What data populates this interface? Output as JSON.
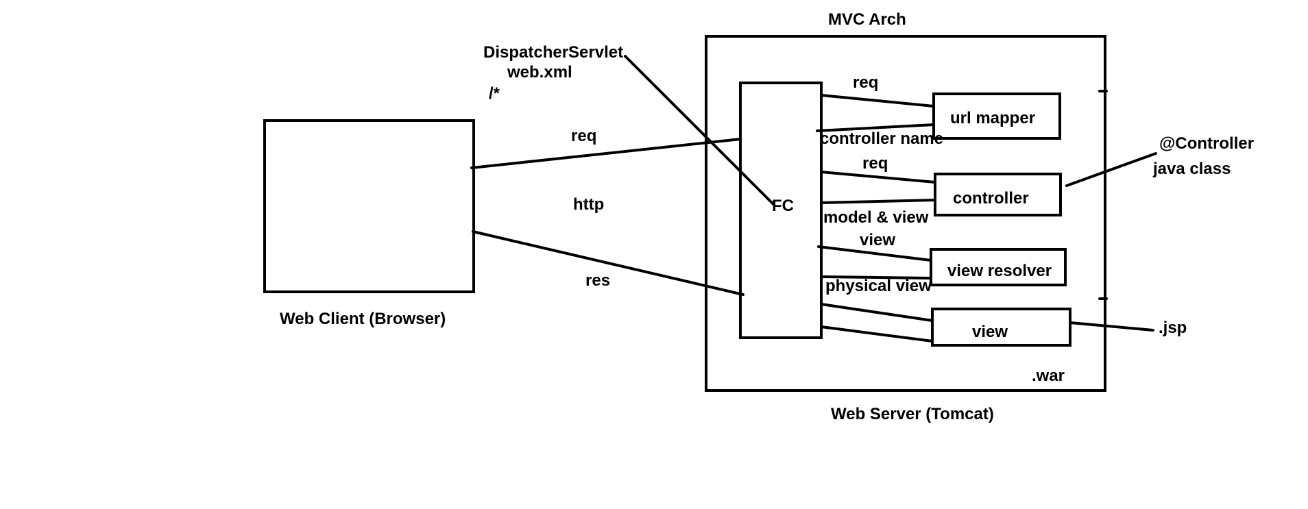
{
  "title": "MVC Arch",
  "boxes": {
    "client_label": "Web Client (Browser)",
    "server_label": "Web Server (Tomcat)",
    "front_controller": "FC",
    "url_mapper": "url mapper",
    "controller": "controller",
    "view_resolver": "view resolver",
    "view": "view"
  },
  "annotations": {
    "dispatcher_servlet": "DispatcherServlet",
    "web_xml": "web.xml",
    "url_pattern": "/*",
    "controller_annotation": "@Controller",
    "java_class": "java class",
    "jsp": ".jsp",
    "war": ".war"
  },
  "edges": {
    "client_req": "req",
    "client_protocol": "http",
    "client_res": "res",
    "mapper_req": "req",
    "mapper_response": "controller name",
    "controller_req": "req",
    "controller_response": "model & view",
    "resolver_req": "view",
    "resolver_response": "physical view"
  }
}
